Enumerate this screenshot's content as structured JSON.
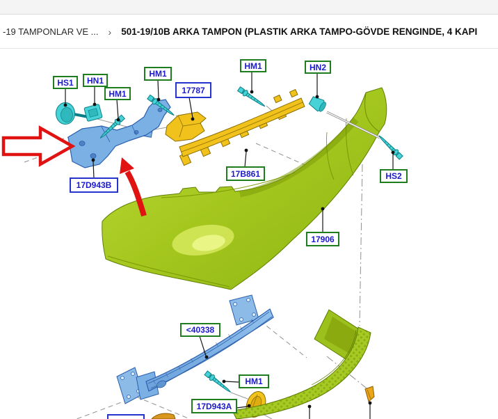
{
  "header": {
    "breadcrumb": {
      "parent": "-19 TAMPONLAR VE ...",
      "separator": "›",
      "current": "501-19/10B ARKA TAMPON (PLASTIK ARKA TAMPO-GÖVDE RENGINDE, 4 KAPI"
    }
  },
  "diagram": {
    "labels": {
      "hs1": "HS1",
      "hn1": "HN1",
      "hm1": "HM1",
      "hn2": "HN2",
      "hs2": "HS2",
      "p17787": "17787",
      "p17b861": "17B861",
      "p17d943b": "17D943B",
      "p17906": "17906",
      "p40338": "<40338",
      "p17d943a": "17D943A"
    },
    "colors": {
      "hardware_label_border": "#1e7d1e",
      "part_label_border": "#2333cc",
      "label_text": "#1a1acc",
      "bumper_green": "#a9cc24",
      "part_blue": "#7ab0e4",
      "fastener_teal": "#46d2d6",
      "part_yellow": "#f2c21c",
      "highlight_arrow_red": "#e01212"
    }
  }
}
